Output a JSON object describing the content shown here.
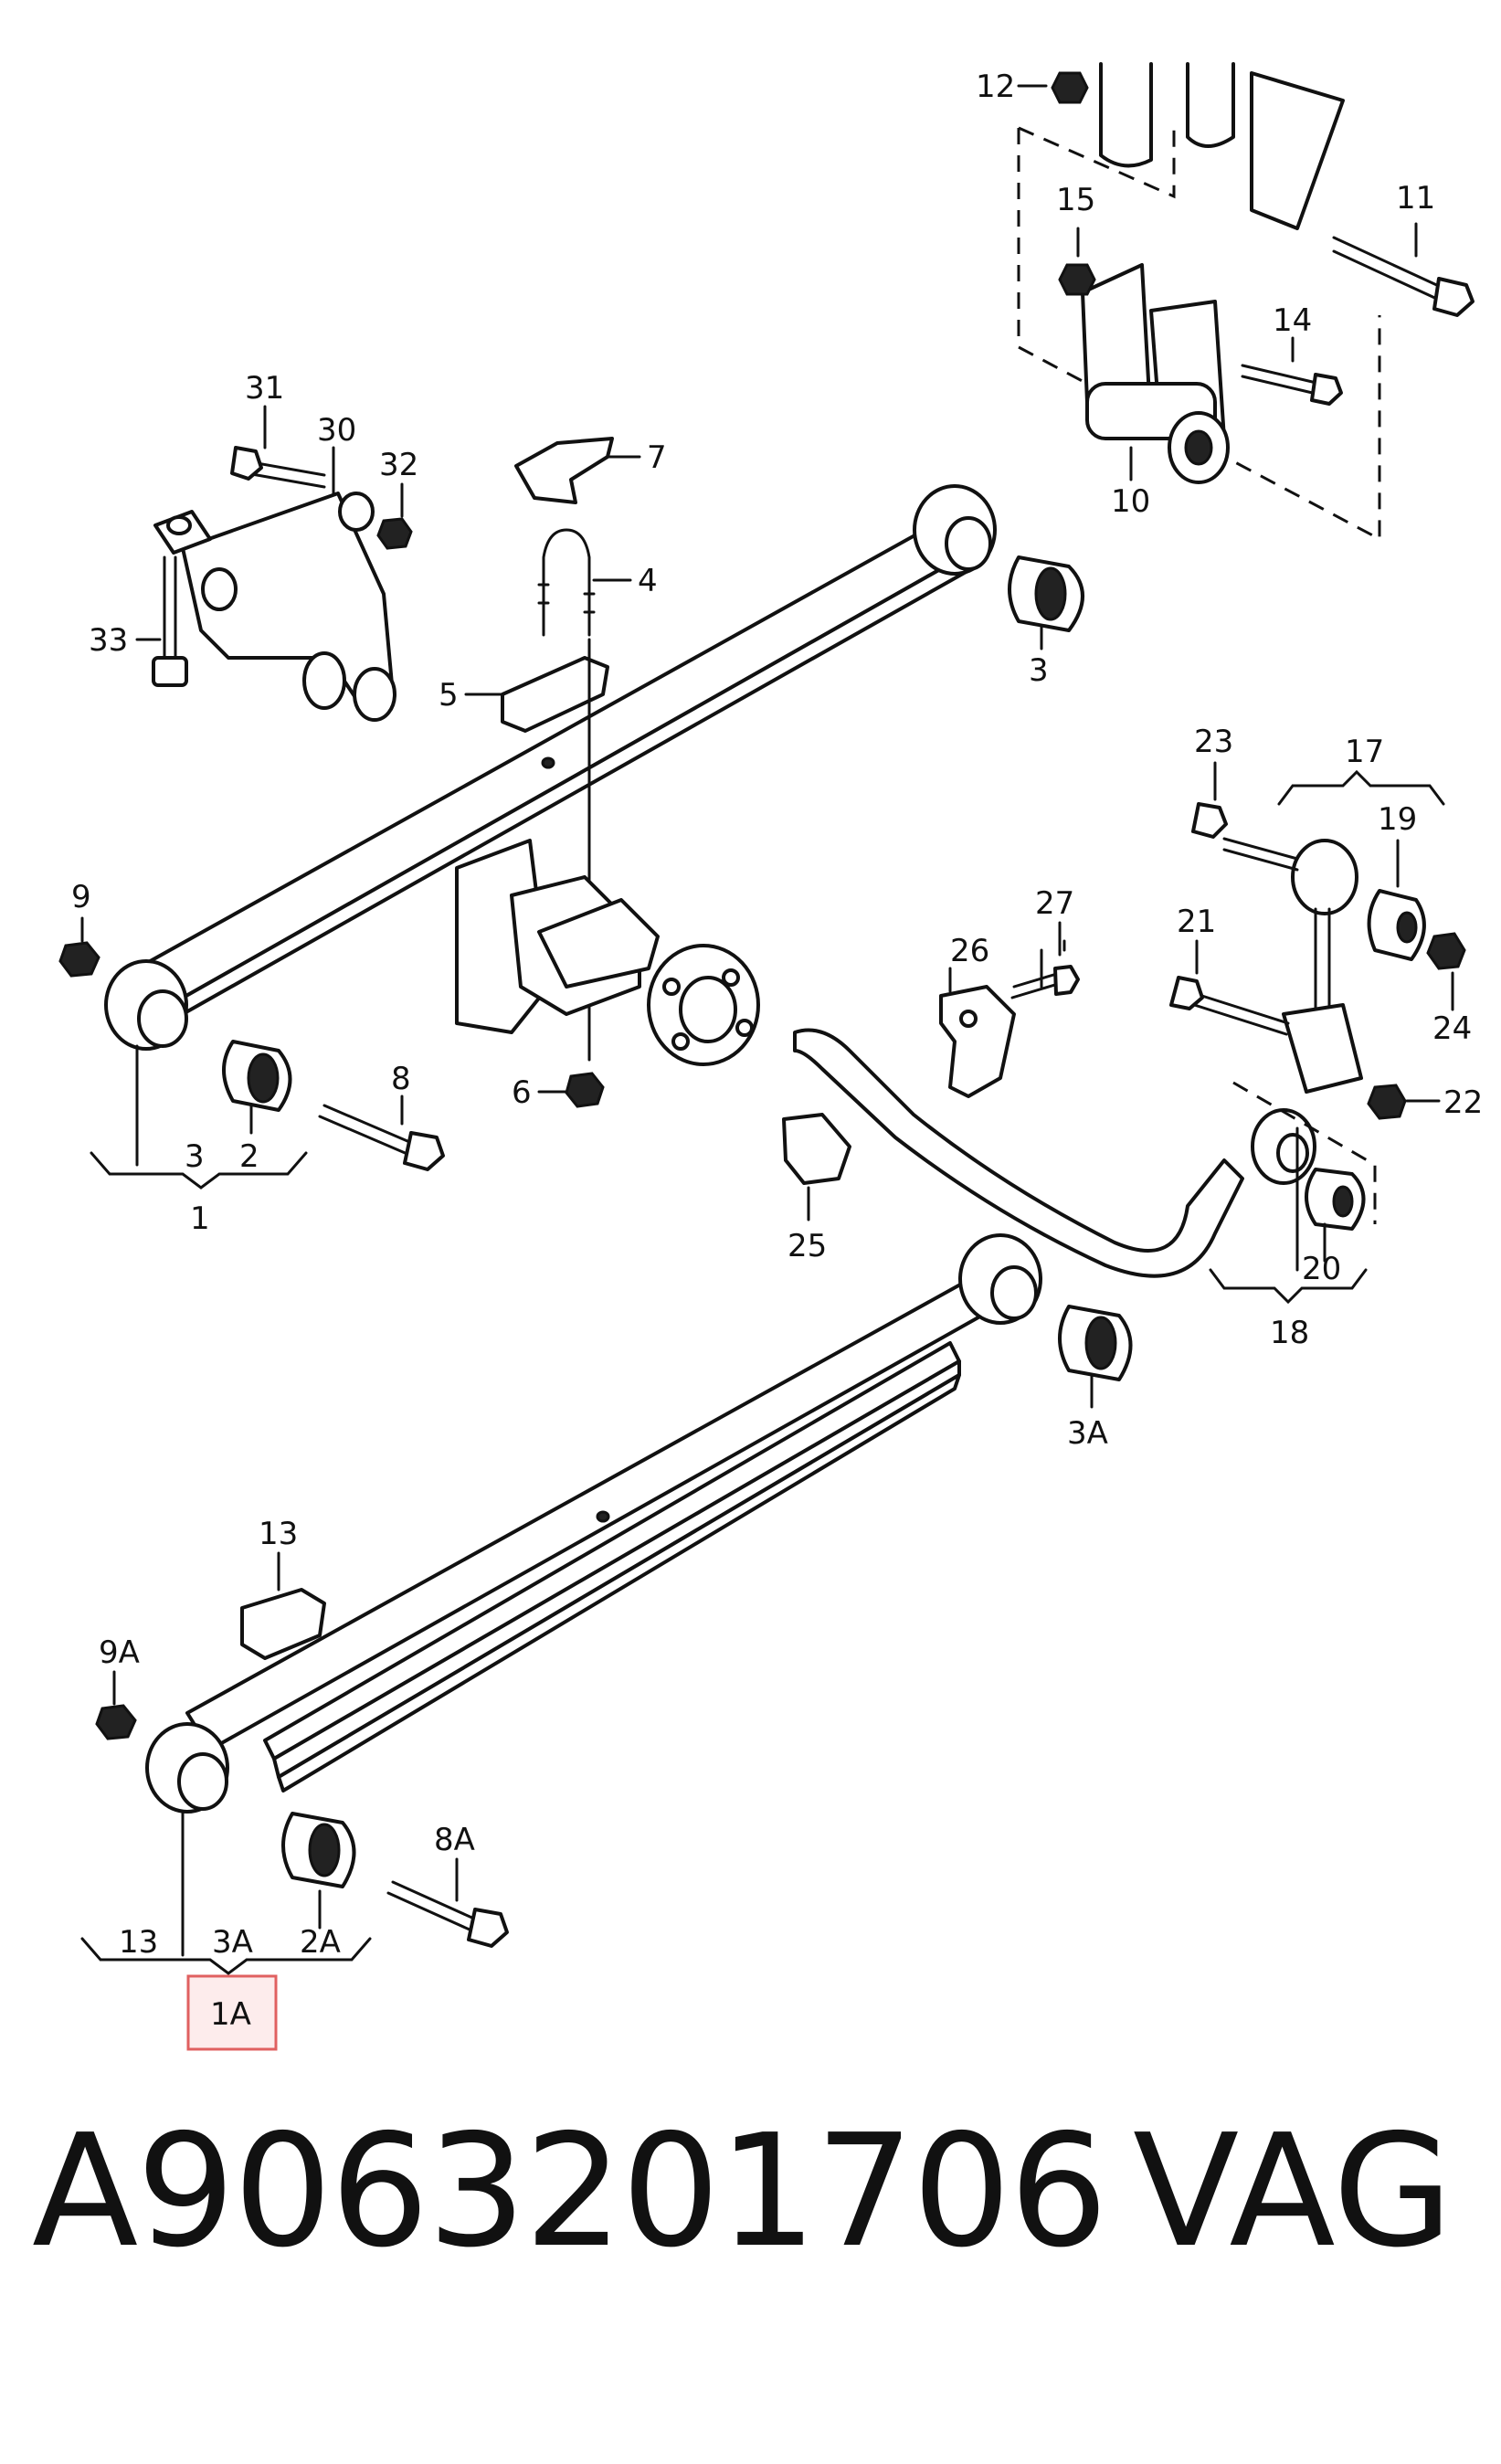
{
  "labels": {
    "l12": "12",
    "l11": "11",
    "l15": "15",
    "l14": "14",
    "l10": "10",
    "l31": "31",
    "l30": "30",
    "l32": "32",
    "l33": "33",
    "l7": "7",
    "l4": "4",
    "l5": "5",
    "l3": "3",
    "l9": "9",
    "l8": "8",
    "l6": "6",
    "l3b": "3",
    "l2": "2",
    "l1": "1",
    "l23": "23",
    "l17": "17",
    "l19": "19",
    "l27": "27",
    "l26": "26",
    "l21": "21",
    "l24": "24",
    "l22": "22",
    "l25": "25",
    "l20": "20",
    "l18": "18",
    "l3A": "3A",
    "l13": "13",
    "l9A": "9A",
    "l8A": "8A",
    "l13b": "13",
    "l3Ab": "3A",
    "l2A": "2A",
    "l1A": "1A"
  },
  "footer": {
    "part_number": "A9063201706",
    "brand": "VAG"
  },
  "colors": {
    "highlight_border": "#e06060",
    "highlight_fill": "#fdecec",
    "ink": "#111111"
  }
}
